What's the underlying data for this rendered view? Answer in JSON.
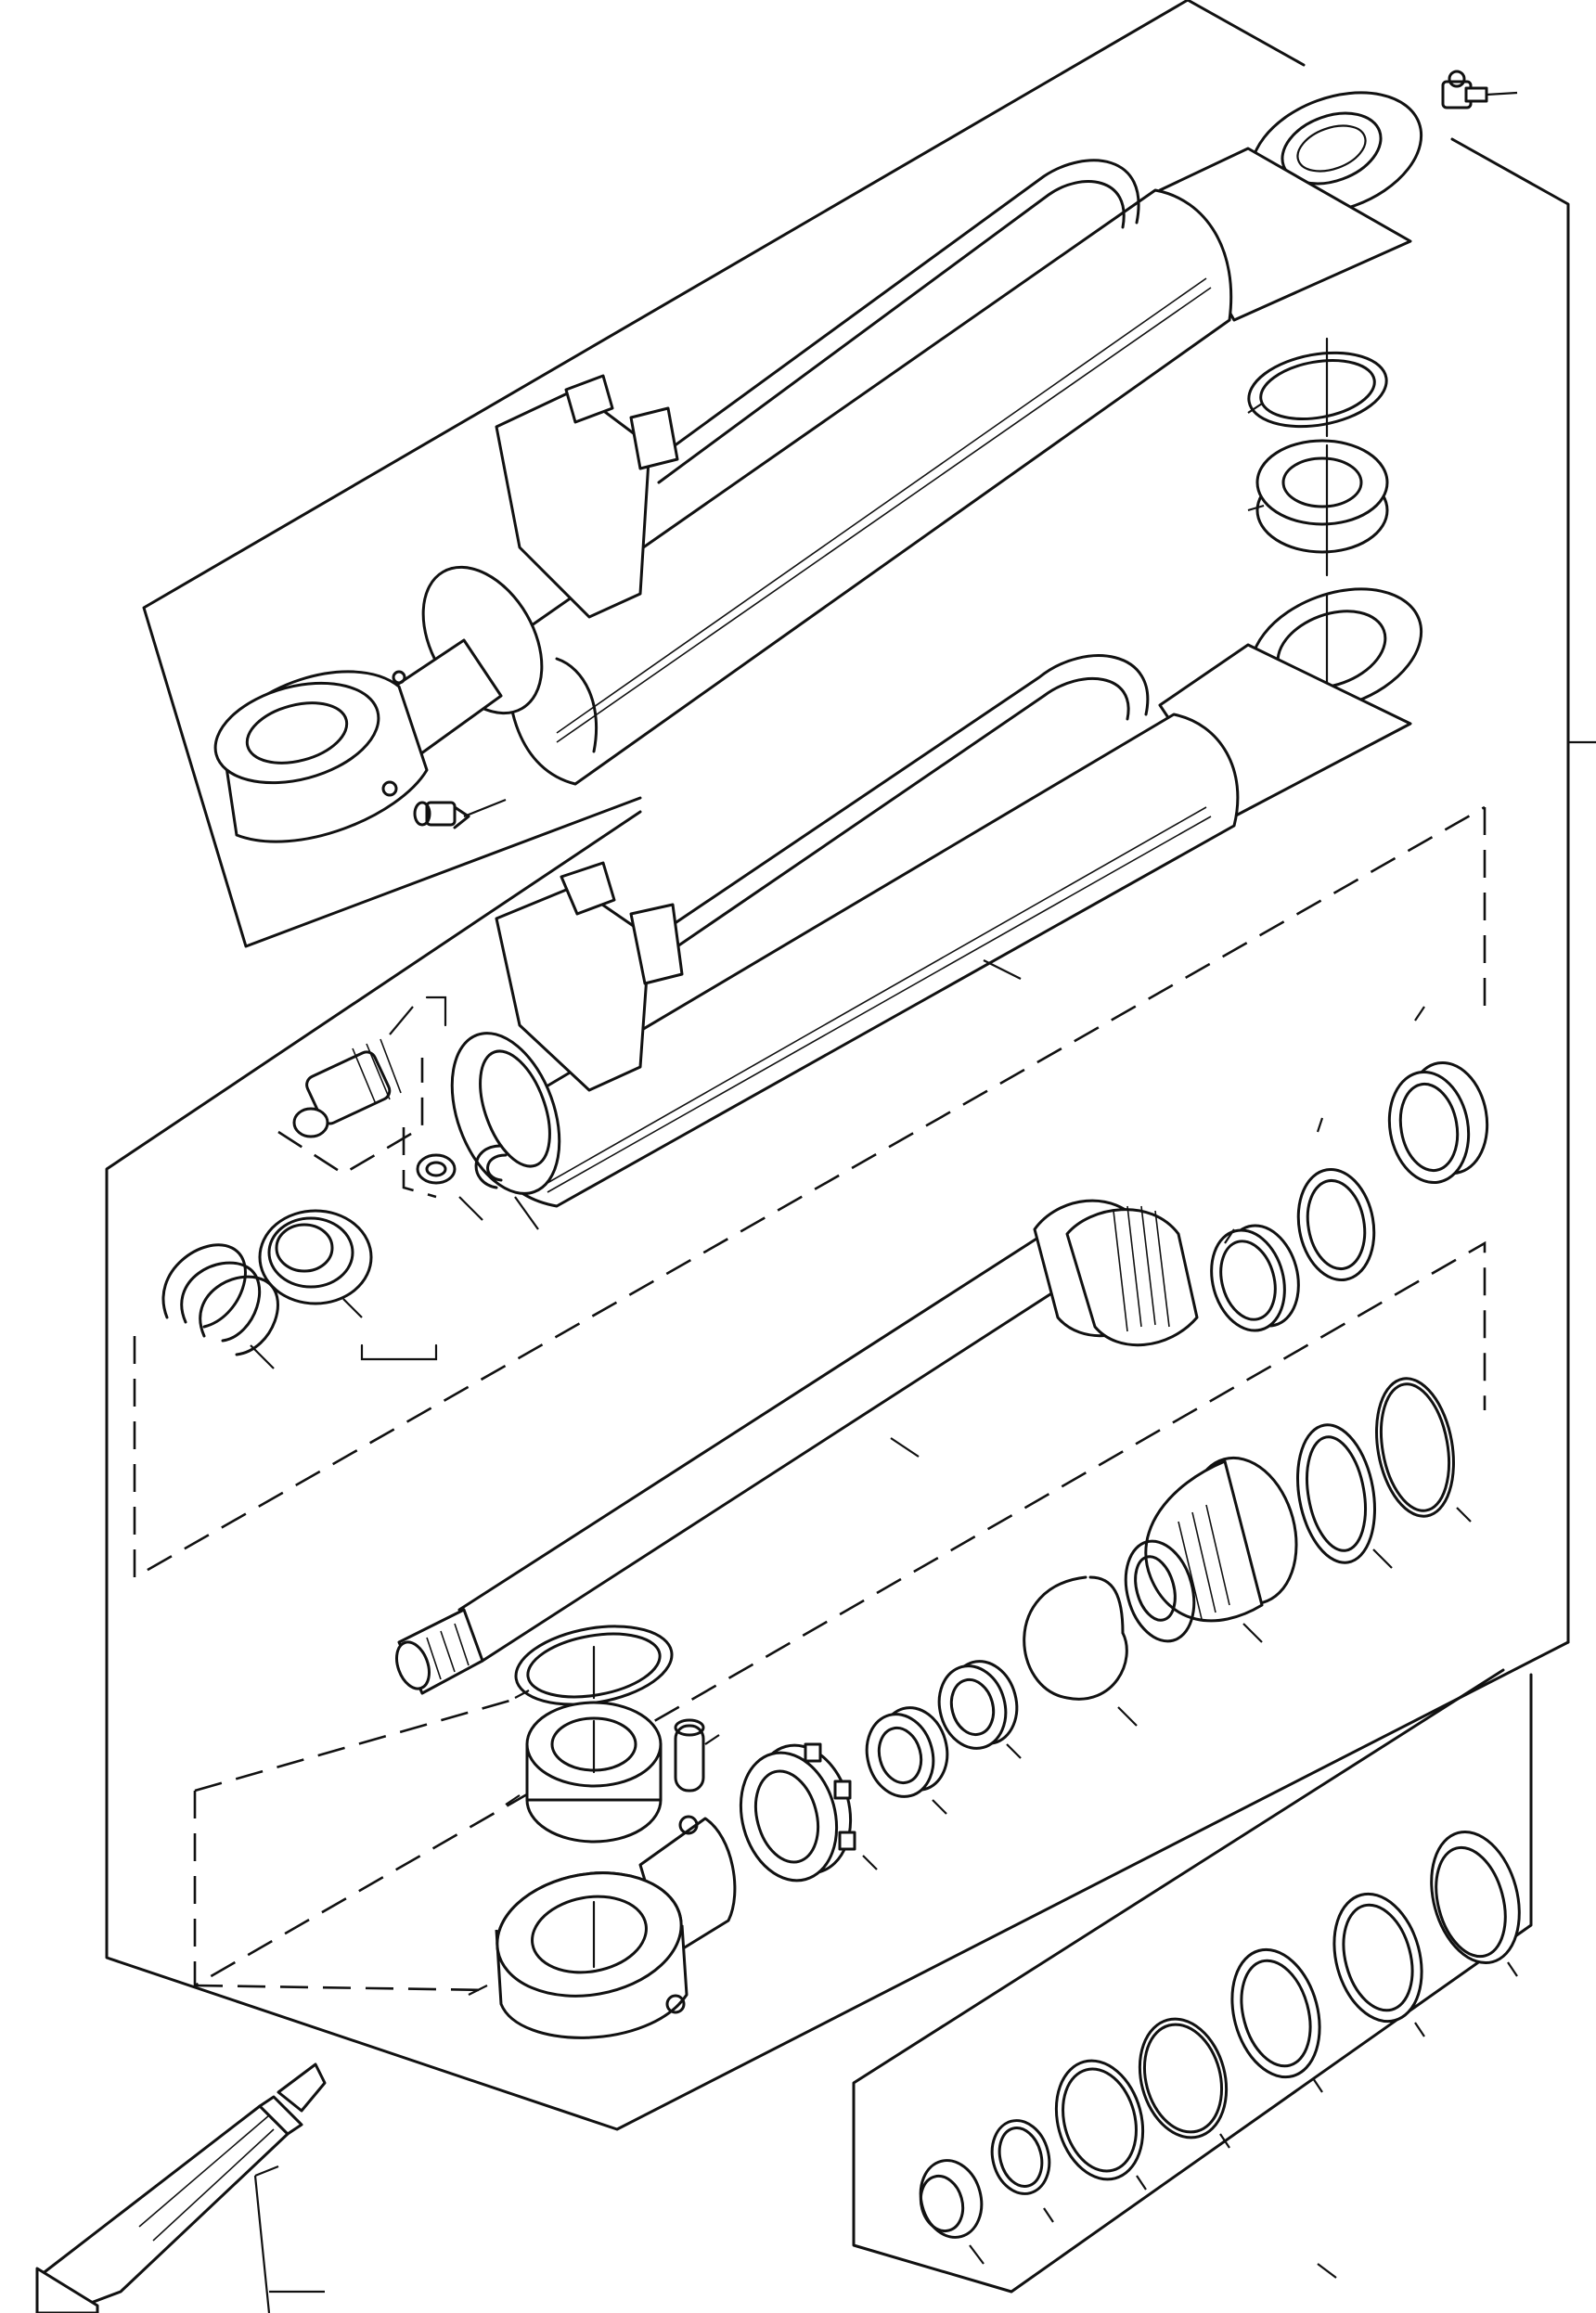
{
  "figure": {
    "kind": "exploded-parts-diagram",
    "subject": "hydraulic-cylinder",
    "printed_text": []
  },
  "parts": [
    {
      "key": "grease-fitting-top",
      "icon": "grease-fitting-icon"
    },
    {
      "key": "cylinder-assembly",
      "icon": "cylinder-assembly-icon"
    },
    {
      "key": "grease-fitting-rod-eye",
      "icon": "grease-fitting-icon"
    },
    {
      "key": "snap-ring-upper",
      "icon": "snap-ring-icon"
    },
    {
      "key": "bearing-upper",
      "icon": "spherical-bearing-icon"
    },
    {
      "key": "barrel",
      "icon": "cylinder-barrel-icon"
    },
    {
      "key": "check-valve-cartridge",
      "icon": "valve-cartridge-icon"
    },
    {
      "key": "spring",
      "icon": "spring-icon"
    },
    {
      "key": "valve-seat",
      "icon": "valve-seat-icon"
    },
    {
      "key": "washer",
      "icon": "washer-icon"
    },
    {
      "key": "retaining-ring",
      "icon": "retaining-ring-icon"
    },
    {
      "key": "gland",
      "icon": "gland-icon"
    },
    {
      "key": "rod-seal",
      "icon": "seal-ring-icon"
    },
    {
      "key": "wiper-ring",
      "icon": "wiper-ring-icon"
    },
    {
      "key": "piston-rod",
      "icon": "piston-rod-icon"
    },
    {
      "key": "piston",
      "icon": "piston-icon"
    },
    {
      "key": "wear-ring",
      "icon": "wear-ring-icon"
    },
    {
      "key": "o-ring",
      "icon": "o-ring-icon"
    },
    {
      "key": "backup-ring",
      "icon": "backup-ring-icon"
    },
    {
      "key": "spacer",
      "icon": "spacer-icon"
    },
    {
      "key": "bushing",
      "icon": "bushing-icon"
    },
    {
      "key": "lock-nut",
      "icon": "lock-nut-icon"
    },
    {
      "key": "snap-ring-lower",
      "icon": "snap-ring-icon"
    },
    {
      "key": "bearing-lower",
      "icon": "spherical-bearing-icon"
    },
    {
      "key": "roll-pin",
      "icon": "roll-pin-icon"
    },
    {
      "key": "rod-eye",
      "icon": "rod-eye-icon"
    },
    {
      "key": "seal-kit",
      "icon": "seal-kit-icon"
    },
    {
      "key": "sealant-tube",
      "icon": "sealant-tube-icon"
    }
  ]
}
